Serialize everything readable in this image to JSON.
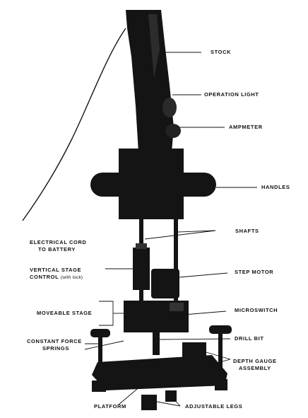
{
  "colors": {
    "ink": "#111111",
    "paper": "#ffffff",
    "body": "#141414"
  },
  "labels": {
    "stock": "STOCK",
    "operation_light": "OPERATION LIGHT",
    "ampmeter": "AMPMETER",
    "handles": "HANDLES",
    "shafts": "SHAFTS",
    "electrical_cord_line1": "ELECTRICAL CORD",
    "electrical_cord_line2": "TO BATTERY",
    "vertical_stage_line1": "VERTICAL STAGE",
    "vertical_stage_line2": "CONTROL",
    "vertical_stage_note": "(with lock)",
    "step_motor": "STEP MOTOR",
    "moveable_stage": "MOVEABLE STAGE",
    "microswitch": "MICROSWITCH",
    "constant_force_line1": "CONSTANT FORCE",
    "constant_force_line2": "SPRINGS",
    "drill_bit": "DRILL BIT",
    "depth_gauge_line1": "DEPTH GAUGE",
    "depth_gauge_line2": "ASSEMBLY",
    "platform": "PLATFORM",
    "adjustable_legs": "ADJUSTABLE LEGS"
  }
}
